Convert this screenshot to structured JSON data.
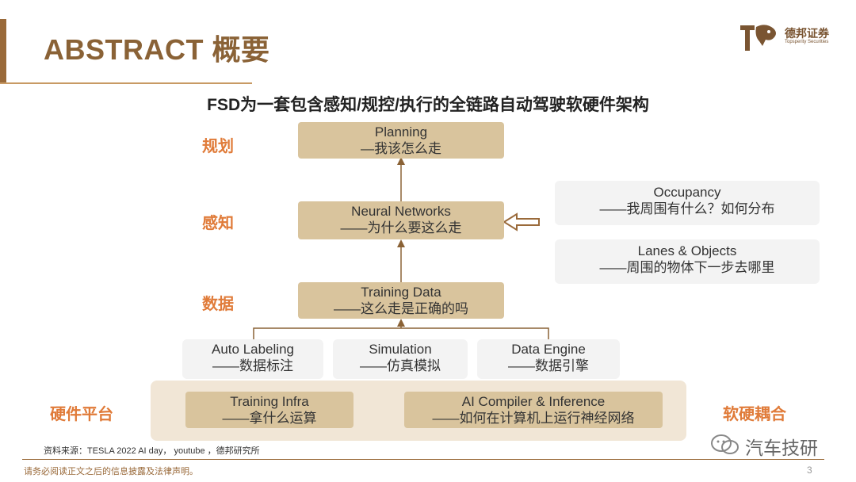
{
  "header": {
    "title": "ABSTRACT 概要"
  },
  "logo": {
    "name": "德邦证券",
    "sub": "Topsperity Securities"
  },
  "subtitle": "FSD为一套包含感知/规控/执行的全链路自动驾驶软硬件架构",
  "levels": {
    "planning": "规划",
    "perception": "感知",
    "data": "数据",
    "hardware": "硬件平台",
    "coupling": "软硬耦合"
  },
  "planning": {
    "title": "Planning",
    "desc": "—我该怎么走"
  },
  "neural": {
    "title": "Neural Networks",
    "desc": "——为什么要这么走"
  },
  "occupancy": {
    "title": "Occupancy",
    "desc": "——我周围有什么？如何分布"
  },
  "lanes": {
    "title": "Lanes & Objects",
    "desc": "——周围的物体下一步去哪里"
  },
  "training_data": {
    "title": "Training Data",
    "desc": "——这么走是正确的吗"
  },
  "auto_labeling": {
    "title": "Auto Labeling",
    "desc": "——数据标注"
  },
  "simulation": {
    "title": "Simulation",
    "desc": "——仿真模拟"
  },
  "data_engine": {
    "title": "Data Engine",
    "desc": "——数据引擎"
  },
  "training_infra": {
    "title": "Training Infra",
    "desc": "——拿什么运算"
  },
  "ai_compiler": {
    "title": "AI Compiler & Inference",
    "desc": "——如何在计算机上运行神经网络"
  },
  "footer": {
    "source": "资料来源：TESLA 2022 AI day， youtube ，德邦研究所",
    "disclaimer": "请务必阅读正文之后的信息披露及法律声明。",
    "page": "3",
    "wechat": "汽车技研"
  },
  "colors": {
    "accent": "#e07b39",
    "box": "#d9c49d",
    "brand": "#8a6236"
  }
}
